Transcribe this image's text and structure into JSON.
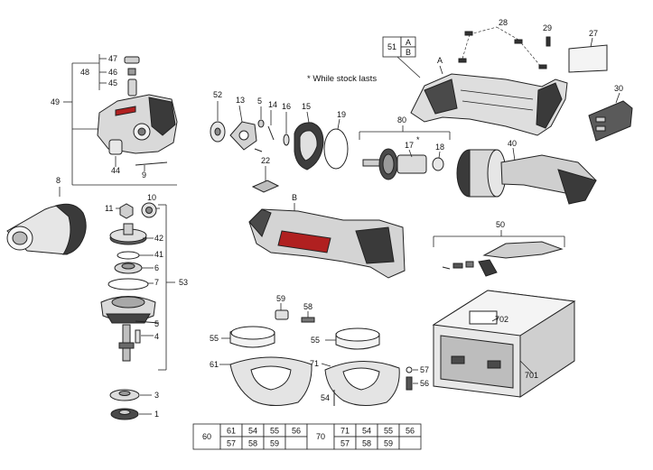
{
  "note_text": "* While stock lasts",
  "labels": {
    "l47": "47",
    "l46": "46",
    "l45": "45",
    "l48": "48",
    "l49": "49",
    "l44": "44",
    "l9": "9",
    "l8": "8",
    "l52": "52",
    "l13": "13",
    "l5a": "5",
    "l14": "14",
    "l16": "16",
    "l15": "15",
    "l19": "19",
    "l22": "22",
    "l80": "80",
    "l17": "17",
    "l18": "18",
    "lstar": "*",
    "lA": "A",
    "l28": "28",
    "l29": "29",
    "l27": "27",
    "l30": "30",
    "l40": "40",
    "lB": "B",
    "l50": "50",
    "l11": "11",
    "l10": "10",
    "l42": "42",
    "l41": "41",
    "l6": "6",
    "l7": "7",
    "l53": "53",
    "l5b": "5",
    "l4": "4",
    "l3": "3",
    "l1": "1",
    "l59": "59",
    "l58": "58",
    "l55a": "55",
    "l55b": "55",
    "l61": "61",
    "l71": "71",
    "l57": "57",
    "l56": "56",
    "l54": "54",
    "l702": "702",
    "l701": "701"
  },
  "box51": {
    "num": "51",
    "a": "A",
    "b": "B"
  },
  "table60": {
    "num": "60",
    "row1": [
      "61",
      "54",
      "55",
      "56"
    ],
    "row2": [
      "57",
      "58",
      "59",
      ""
    ]
  },
  "table70": {
    "num": "70",
    "row1": [
      "71",
      "54",
      "55",
      "56"
    ],
    "row2": [
      "57",
      "58",
      "59",
      ""
    ]
  },
  "colors": {
    "line": "#222222",
    "fill_light": "#e8e8e8",
    "fill_mid": "#bdbdbd",
    "fill_dark": "#3a3a3a",
    "accent_red": "#b02020"
  }
}
